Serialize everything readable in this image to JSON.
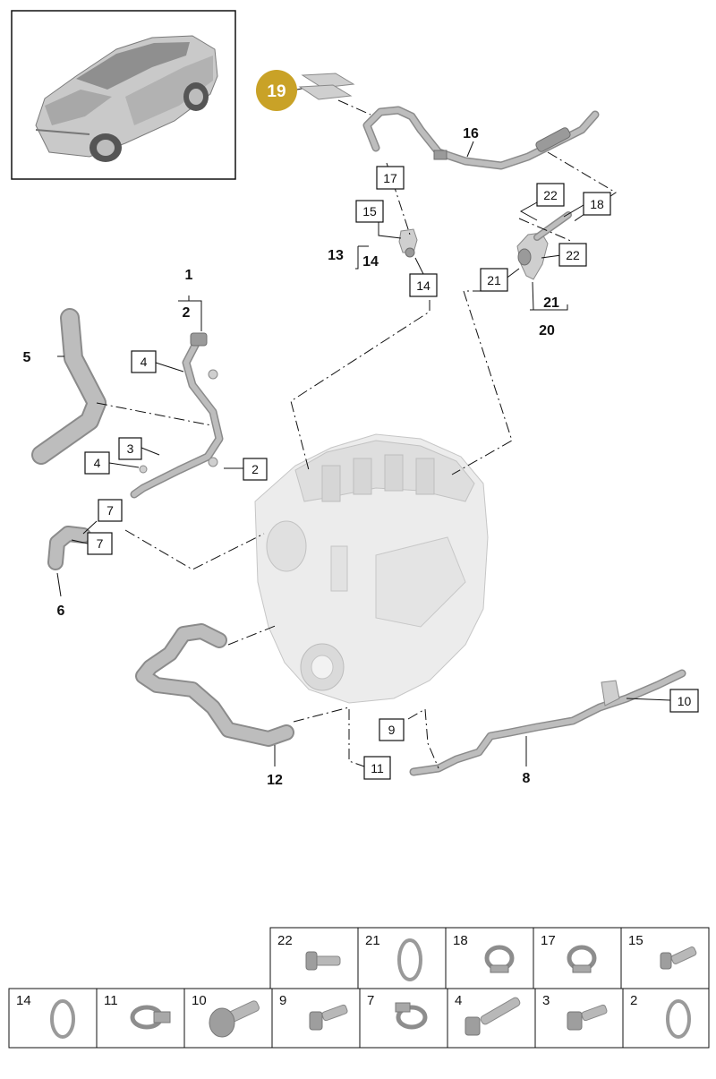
{
  "highlight": {
    "label": "19",
    "color": "#c9a227"
  },
  "callouts": {
    "c1": "1",
    "c2a": "2",
    "c2b": "2",
    "c3": "3",
    "c4a": "4",
    "c4b": "4",
    "c5": "5",
    "c6": "6",
    "c7a": "7",
    "c7b": "7",
    "c8": "8",
    "c9": "9",
    "c10": "10",
    "c11": "11",
    "c12": "12",
    "c13": "13",
    "c14a": "14",
    "c14b": "14",
    "c15": "15",
    "c16": "16",
    "c17": "17",
    "c18": "18",
    "c20": "20",
    "c21a": "21",
    "c21b": "21",
    "c22a": "22",
    "c22b": "22"
  },
  "hardware_table": {
    "top_row": [
      "22",
      "21",
      "18",
      "17",
      "15"
    ],
    "bottom_row": [
      "14",
      "11",
      "10",
      "9",
      "7",
      "4",
      "3",
      "2"
    ],
    "icons": {
      "22": "bolt-icon",
      "21": "seal-ring-icon",
      "18": "hose-clamp-icon",
      "17": "hose-clamp-icon",
      "15": "bolt-icon",
      "14": "seal-ring-icon",
      "11": "hose-clamp-icon",
      "10": "flange-bolt-icon",
      "9": "bolt-icon",
      "7": "hose-clamp-icon",
      "4": "long-bolt-icon",
      "3": "bolt-icon",
      "2": "seal-ring-icon"
    }
  },
  "colors": {
    "part_gray": "#cfcfcf",
    "line": "#111111",
    "highlight": "#c9a227"
  }
}
